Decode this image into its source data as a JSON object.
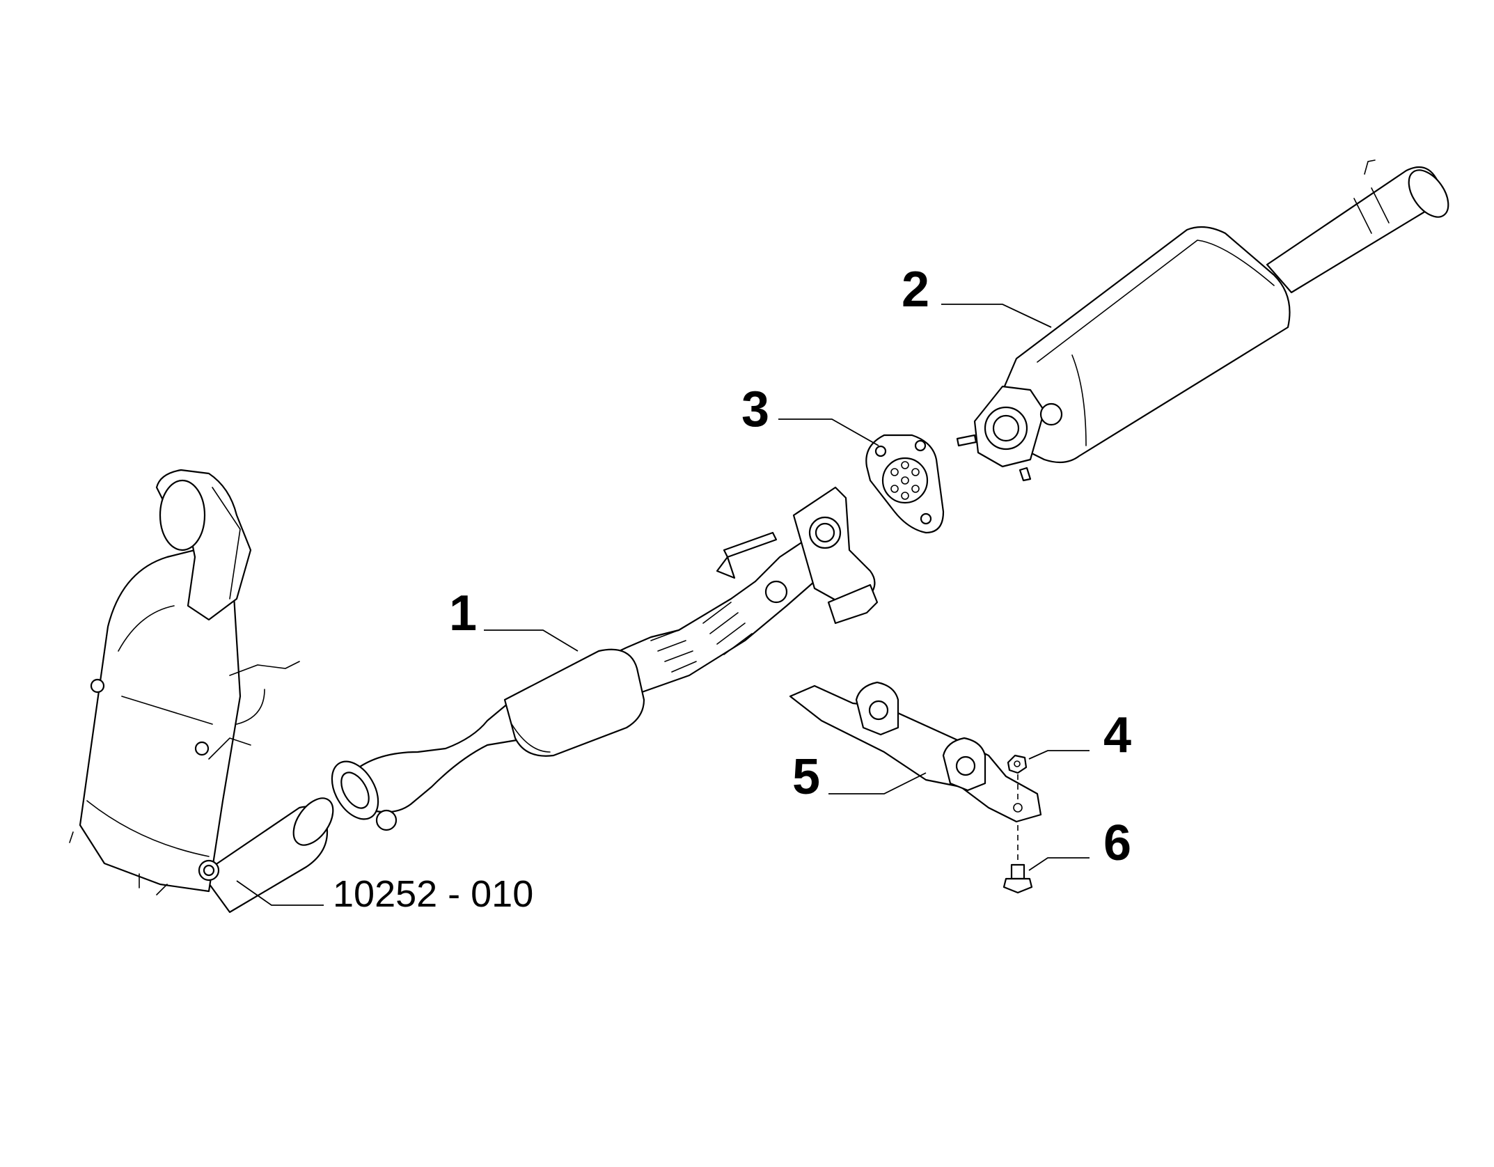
{
  "callouts": [
    {
      "id": "1",
      "label": "1"
    },
    {
      "id": "2",
      "label": "2"
    },
    {
      "id": "3",
      "label": "3"
    },
    {
      "id": "4",
      "label": "4"
    },
    {
      "id": "5",
      "label": "5"
    },
    {
      "id": "6",
      "label": "6"
    }
  ],
  "reference_code": "10252 - 010"
}
